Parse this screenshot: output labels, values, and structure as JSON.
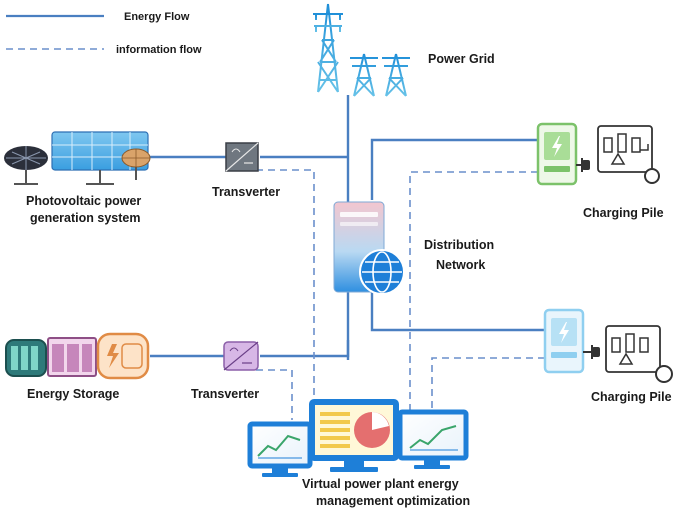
{
  "legend": {
    "energy_flow": "Energy Flow",
    "information_flow": "information flow"
  },
  "nodes": {
    "power_grid": "Power Grid",
    "photovoltaic_line1": "Photovoltaic power",
    "photovoltaic_line2": "generation system",
    "transverter_top": "Transverter",
    "distribution_line1": "Distribution",
    "distribution_line2": "Network",
    "energy_storage": "Energy Storage",
    "transverter_bottom": "Transverter",
    "charging_pile_top": "Charging Pile",
    "charging_pile_bottom": "Charging Pile",
    "vpp_line1": "Virtual power plant energy",
    "vpp_line2": "management optimization"
  },
  "colors": {
    "energy_flow": "#4a7fc1",
    "information_flow": "#6a8fcc",
    "accent_blue": "#1e7fd8",
    "charger_green": "#7cc26a",
    "charger_lightblue": "#8fcff0"
  }
}
